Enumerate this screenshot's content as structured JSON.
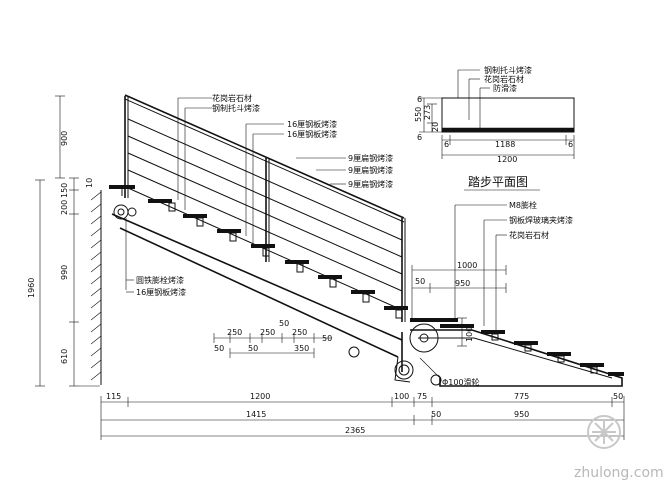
{
  "labels": {
    "plan_title": "踏步平面图",
    "plan_l1": "钢制托斗烤漆",
    "plan_l2": "花岗岩石材",
    "plan_l3": "防滑漆",
    "top_l1": "花岗岩石材",
    "top_l2": "钢制托斗烤漆",
    "mid_l1": "16厘钢板烤漆",
    "mid_l2": "16厘钢板烤漆",
    "r_l1": "9厘扁钢烤漆",
    "r_l2": "9厘扁钢烤漆",
    "r_l3": "9厘扁钢烤漆",
    "rr_l1": "M8膨栓",
    "rr_l2": "钢板焊玻璃夹烤漆",
    "rr_l3": "花岗岩石材",
    "left_l1": "圆铁膨栓烤漆",
    "left_l2": "16厘钢板烤漆",
    "wheel": "Φ100滑轮",
    "watermark": "zhulong.com"
  },
  "dims": {
    "v900": "900",
    "v150": "150",
    "v10": "10",
    "v200": "200",
    "v990": "990",
    "v610": "610",
    "v1960": "1960",
    "p550": "550",
    "p273": "273",
    "p20": "20",
    "p6a": "6",
    "p6b": "6",
    "p1188": "1188",
    "p6c": "6",
    "p1200": "1200",
    "b115": "115",
    "b1200": "1200",
    "b100": "100",
    "b75": "75",
    "b775": "775",
    "b50r": "50",
    "b1415": "1415",
    "b50": "50",
    "b950": "950",
    "b2365": "2365",
    "m250a": "250",
    "m250b": "250",
    "m250c": "250",
    "m50top": "50",
    "m50a": "50",
    "m50b": "50",
    "m350": "350",
    "m50c": "50",
    "r1000": "1000",
    "r50": "50",
    "r950": "950",
    "r100": "100"
  }
}
